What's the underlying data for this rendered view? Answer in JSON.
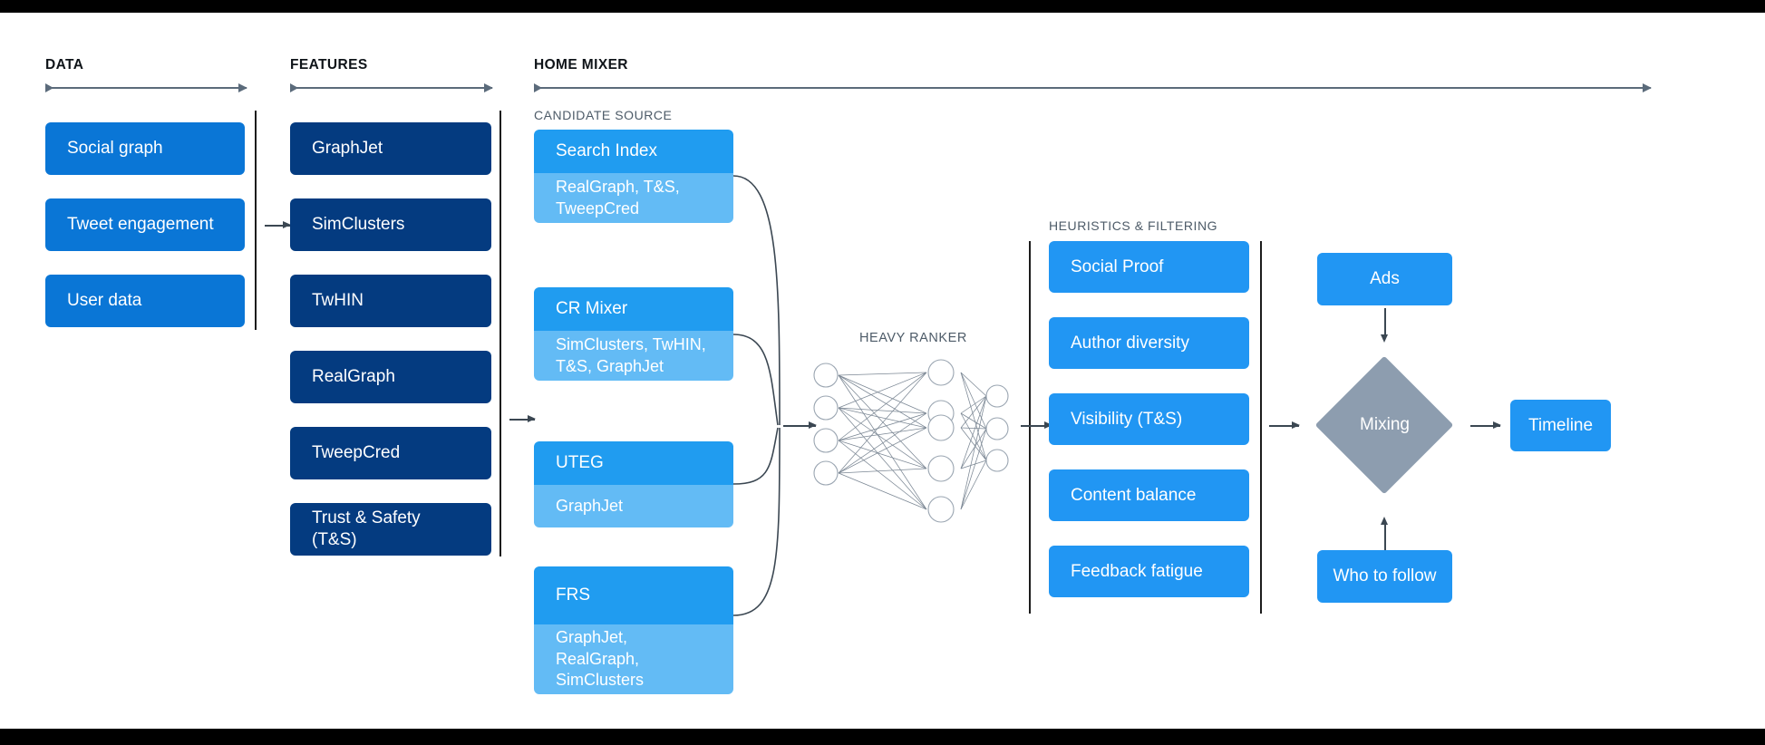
{
  "columns": {
    "data": {
      "title": "DATA"
    },
    "features": {
      "title": "FEATURES"
    },
    "home_mixer": {
      "title": "HOME MIXER"
    }
  },
  "sublabels": {
    "candidate_source": "CANDIDATE SOURCE",
    "heavy_ranker": "HEAVY RANKER",
    "heuristics": "HEURISTICS & FILTERING"
  },
  "data_boxes": [
    {
      "label": "Social graph"
    },
    {
      "label": "Tweet engagement"
    },
    {
      "label": "User data"
    }
  ],
  "feature_boxes": [
    {
      "label": "GraphJet"
    },
    {
      "label": "SimClusters"
    },
    {
      "label": "TwHIN"
    },
    {
      "label": "RealGraph"
    },
    {
      "label": "TweepCred"
    },
    {
      "label": "Trust & Safety (T&S)"
    }
  ],
  "candidate_sources": [
    {
      "name": "Search Index",
      "features": "RealGraph, T&S, TweepCred"
    },
    {
      "name": "CR Mixer",
      "features": "SimClusters, TwHIN, T&S, GraphJet"
    },
    {
      "name": "UTEG",
      "features": "GraphJet"
    },
    {
      "name": "FRS",
      "features": "GraphJet, RealGraph, SimClusters"
    }
  ],
  "heuristics_boxes": [
    {
      "label": "Social Proof"
    },
    {
      "label": "Author diversity"
    },
    {
      "label": "Visibility (T&S)"
    },
    {
      "label": "Content balance"
    },
    {
      "label": "Feedback fatigue"
    }
  ],
  "mixing": {
    "ads_label": "Ads",
    "mixing_label": "Mixing",
    "who_to_follow_label": "Who to follow",
    "timeline_label": "Timeline"
  },
  "neural_net": {
    "input_nodes": 4,
    "hidden_nodes": 5,
    "output_nodes": 3
  },
  "colors": {
    "data_blue": "#0a76d6",
    "feature_navy": "#043b80",
    "cs_head": "#209cf0",
    "cs_body": "#63bbf5",
    "heuristic_blue": "#2196f3",
    "mixing_gray": "#8d9daf",
    "axis_gray": "#5b6b7b",
    "background": "#ffffff",
    "letterbox": "#000000"
  }
}
